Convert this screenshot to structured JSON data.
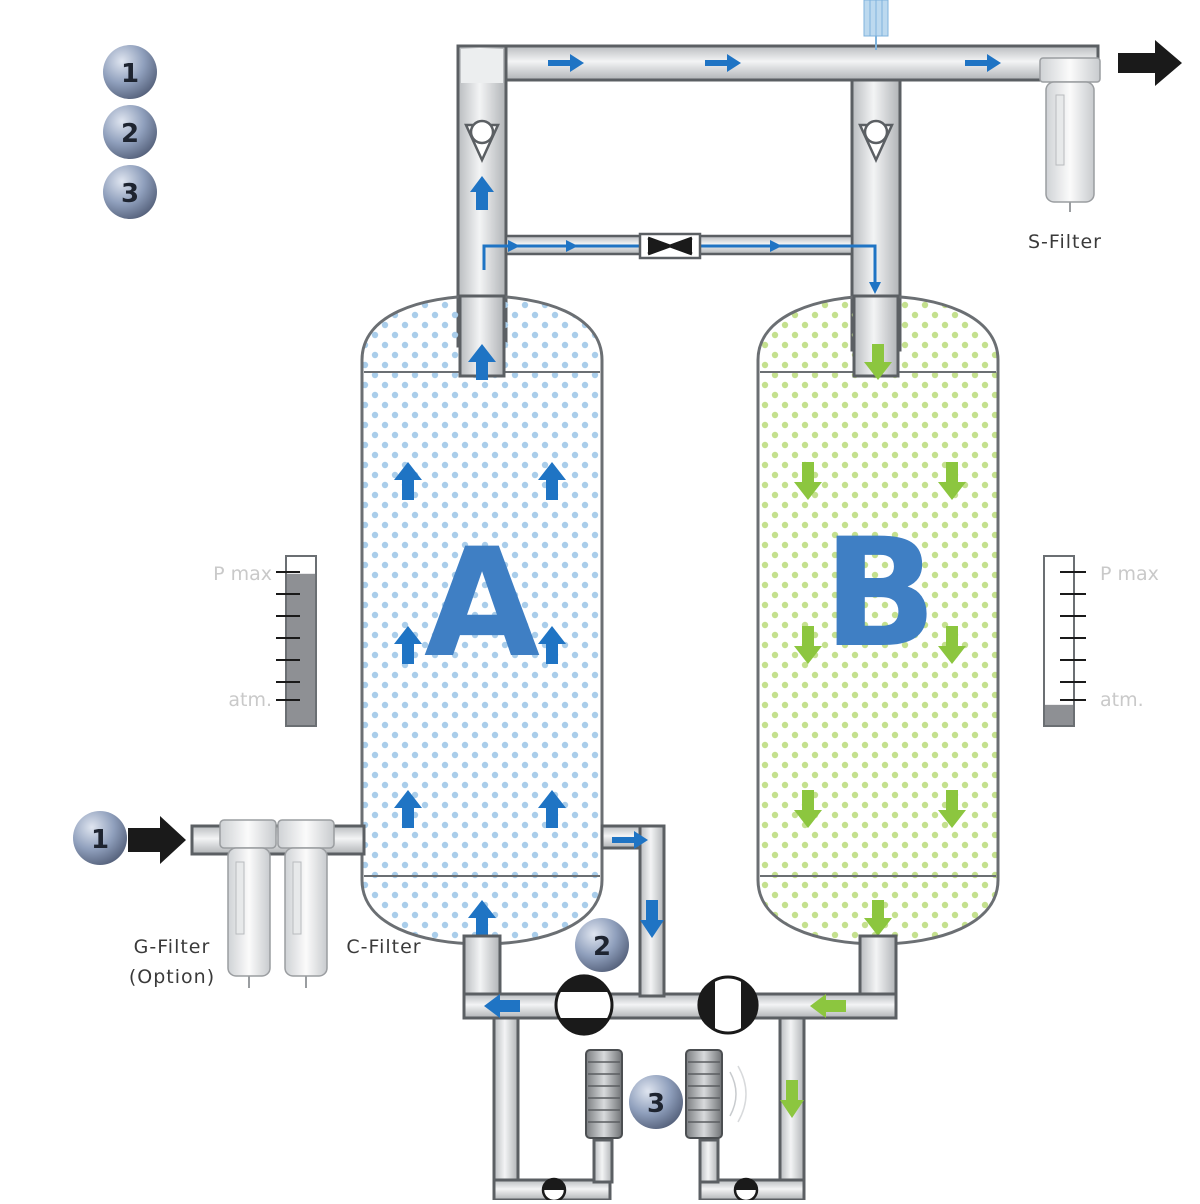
{
  "colors": {
    "pipe": "#d9dbdd",
    "pipe_edge": "#5b5f63",
    "flow_blue": "#1f74c4",
    "flow_green": "#8cc63f",
    "tank_a_dots": "#a9cdea",
    "tank_b_dots": "#c4e08e",
    "badge": "#8f9fbc",
    "arrow_dark": "#1a1a1a",
    "letter": "#3f7fc4"
  },
  "legend": [
    {
      "number": "1"
    },
    {
      "number": "2"
    },
    {
      "number": "3"
    }
  ],
  "tanks": {
    "a": {
      "letter": "A",
      "flow": "up"
    },
    "b": {
      "letter": "B",
      "flow": "down"
    }
  },
  "filters": {
    "g_filter": {
      "line1": "G-Filter",
      "line2": "(Option)"
    },
    "c_filter": {
      "label": "C-Filter"
    },
    "s_filter": {
      "label": "S-Filter"
    }
  },
  "gauges": {
    "left": {
      "max_label": "P max",
      "min_label": "atm.",
      "level": 0.9
    },
    "right": {
      "max_label": "P max",
      "min_label": "atm.",
      "level": 0.12
    }
  },
  "markers": {
    "inlet": "1",
    "valve": "2",
    "silencer": "3"
  },
  "icons": {
    "inlet_arrow": "arrow-right-icon",
    "outlet_arrow": "arrow-right-icon",
    "check_valve": "check-valve-icon",
    "throttle_valve": "throttle-valve-icon",
    "switch_valve": "ball-valve-icon",
    "silencer": "silencer-icon"
  }
}
